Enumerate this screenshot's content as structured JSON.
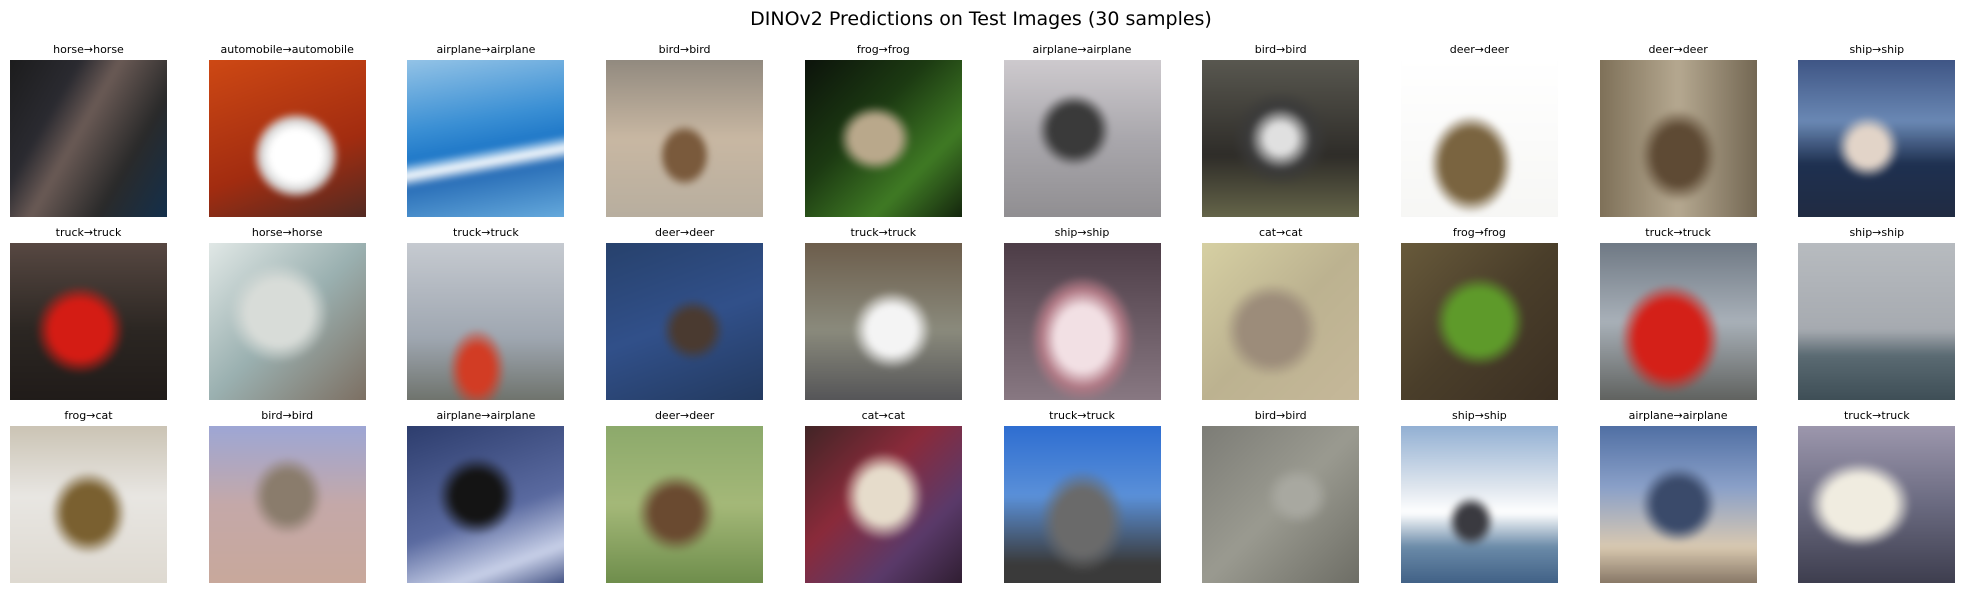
{
  "figure": {
    "title": "DINOv2 Predictions on Test Images (30 samples)"
  },
  "samples": [
    {
      "label": "horse→horse",
      "bg": "linear-gradient(120deg,#1a1a1a 0%,#2a2a30 30%,#6a5a55 45%,#2a2a2a 70%,#103050 100%)",
      "icon": "horse-image"
    },
    {
      "label": "automobile→automobile",
      "bg": "radial-gradient(circle at 55% 60%,#ffffff 0 18%,#d8d8d8 25%,transparent 32%),linear-gradient(160deg,#d04a14,#a22c10 60%,#4a2a24)",
      "icon": "car-image"
    },
    {
      "label": "airplane→airplane",
      "bg": "linear-gradient(170deg,#9cc8e8 0%,#3a8fd4 40%,#1f78c8 55%,#ffffff 62%,#2a6fb8 68%,#6cb0e0 100%)",
      "icon": "airplane-image"
    },
    {
      "label": "bird→bird",
      "bg": "radial-gradient(ellipse at 50% 60%,#7a5a3c 0 15%,transparent 22%),linear-gradient(180deg,#8d867c,#c8b7a2 50%,#b6ad9e)",
      "icon": "bird-image"
    },
    {
      "label": "frog→frog",
      "bg": "radial-gradient(ellipse at 45% 50%,#b9a88b 0 18%,transparent 28%),linear-gradient(135deg,#0a0f0a,#1c3a12 40%,#3f7a24 70%,#0e1a0a)",
      "icon": "frog-image"
    },
    {
      "label": "airplane→airplane",
      "bg": "radial-gradient(ellipse at 45% 45%,#3a3a3a 0 18%,transparent 28%),linear-gradient(180deg,#d0ccd0,#a9a7ac 50%,#8e8c8f)",
      "icon": "airplane-image"
    },
    {
      "label": "bird→bird",
      "bg": "radial-gradient(circle at 50% 50%,#e0e0e0 0 12%,#3a3a3a 26%,transparent 40%),linear-gradient(180deg,#5b5a52,#2e2c28 60%,#6a6a4c)",
      "icon": "bird-image"
    },
    {
      "label": "deer→deer",
      "bg": "radial-gradient(ellipse at 45% 65%,#7a6440 0 22%,transparent 32%),linear-gradient(180deg,#ffffff,#f6f6f4)",
      "icon": "deer-image"
    },
    {
      "label": "deer→deer",
      "bg": "radial-gradient(ellipse at 50% 60%,#5e4a34 0 20%,transparent 32%),linear-gradient(90deg,#7a6c54,#b5a890 50%,#6e624e)",
      "icon": "deer-image"
    },
    {
      "label": "ship→ship",
      "bg": "radial-gradient(ellipse at 45% 55%,#e2d4c8 0 14%,transparent 24%),linear-gradient(180deg,#3a5080 0%,#6a88b4 40%,#1e3050 65%,#202a40 100%)",
      "icon": "ship-image"
    },
    {
      "label": "truck→truck",
      "bg": "radial-gradient(ellipse at 45% 55%,#d41c14 0 22%,transparent 34%),linear-gradient(180deg,#5a4a44,#2b2622 55%,#1f1a18)",
      "icon": "truck-image"
    },
    {
      "label": "horse→horse",
      "bg": "radial-gradient(ellipse at 45% 45%,#d8dcd8 0 24%,transparent 38%),linear-gradient(135deg,#e6ecea,#9ab0b0 50%,#7a6a5c)",
      "icon": "horse-image"
    },
    {
      "label": "truck→truck",
      "bg": "radial-gradient(ellipse at 45% 78%,#d23c24 0 12%,transparent 22%),linear-gradient(180deg,#c8ccd2,#9ea6b0 60%,#6a6e66)",
      "icon": "truck-image"
    },
    {
      "label": "deer→deer",
      "bg": "radial-gradient(ellipse at 55% 55%,#4a3a30 0 14%,transparent 24%),linear-gradient(160deg,#26406a,#31508a 50%,#22385c)",
      "icon": "deer-image"
    },
    {
      "label": "truck→truck",
      "bg": "radial-gradient(ellipse at 55% 55%,#f4f4f4 0 18%,transparent 30%),linear-gradient(180deg,#6a5a48,#8a8a7c 55%,#505054)",
      "icon": "truck-image"
    },
    {
      "label": "ship→ship",
      "bg": "radial-gradient(ellipse at 50% 60%,#f2e0e4 0 22%,#b07884 34%,transparent 44%),linear-gradient(180deg,#4a3a44,#8a7a84)",
      "icon": "ship-image"
    },
    {
      "label": "cat→cat",
      "bg": "radial-gradient(ellipse at 45% 55%,#9c8c7a 0 24%,transparent 36%),linear-gradient(135deg,#d8d2a4,#bcb290 50%,#c6b89a)",
      "icon": "cat-image"
    },
    {
      "label": "frog→frog",
      "bg": "radial-gradient(ellipse at 50% 50%,#5e9a2a 0 26%,transparent 38%),linear-gradient(135deg,#6a5c3c,#4a3e2a 50%,#3a2e22)",
      "icon": "frog-image"
    },
    {
      "label": "truck→truck",
      "bg": "radial-gradient(ellipse at 45% 60%,#d42018 0 26%,transparent 38%),linear-gradient(180deg,#6a7480,#a8b0b8 50%,#5a5c58)",
      "icon": "truck-image"
    },
    {
      "label": "ship→ship",
      "bg": "linear-gradient(180deg,#b8bcc0 0%,#a6aab0 55%,#5a6a72 70%,#3a4a52 100%)",
      "icon": "ship-image"
    },
    {
      "label": "frog→cat",
      "bg": "radial-gradient(ellipse at 50% 55%,#7a6030 0 20%,transparent 32%),linear-gradient(180deg,#c8c0b0,#e8e6e2 45%,#ddd8cf)",
      "icon": "cat-image"
    },
    {
      "label": "bird→bird",
      "bg": "radial-gradient(ellipse at 50% 45%,#8a7c6c 0 18%,transparent 30%),linear-gradient(180deg,#9aa6d8,#c4a8a8 50%,#c8a89a)",
      "icon": "bird-image"
    },
    {
      "label": "airplane→airplane",
      "bg": "radial-gradient(ellipse at 45% 45%,#141414 0 18%,transparent 30%),linear-gradient(160deg,#2a3a6a,#5a6aa0 55%,#c8d0e8 80%,#2a3a70)",
      "icon": "airplane-image"
    },
    {
      "label": "deer→deer",
      "bg": "radial-gradient(ellipse at 45% 55%,#6a4a30 0 18%,transparent 30%),linear-gradient(180deg,#8aa86a,#a4b878 50%,#6a8a48)",
      "icon": "deer-image"
    },
    {
      "label": "cat→cat",
      "bg": "radial-gradient(ellipse at 50% 45%,#e6dccb 0 20%,transparent 34%),linear-gradient(135deg,#3a2424,#8a2a3a 40%,#5a3a6a 70%,#2a1a2a)",
      "icon": "cat-image"
    },
    {
      "label": "truck→truck",
      "bg": "radial-gradient(ellipse at 50% 60%,#6a6a6a 0 22%,transparent 36%),linear-gradient(180deg,#2a6ad0,#5a90d8 45%,#3a3a3a 85%)",
      "icon": "truck-image"
    },
    {
      "label": "bird→bird",
      "bg": "radial-gradient(ellipse at 60% 45%,#a8a8a0 0 12%,transparent 22%),linear-gradient(135deg,#7a7a74,#9a9a90 50%,#6a6a62)",
      "icon": "bird-image"
    },
    {
      "label": "ship→ship",
      "bg": "radial-gradient(ellipse at 45% 60%,#3a3a40 0 10%,transparent 18%),linear-gradient(180deg,#8aaad0 0%,#dfe6ee 40%,#ffffff 55%,#6a8aa8 75%,#3a5a80 100%)",
      "icon": "ship-image"
    },
    {
      "label": "airplane→airplane",
      "bg": "radial-gradient(ellipse at 50% 50%,#3a4a6a 0 20%,transparent 32%),linear-gradient(180deg,#4a6aa0,#8aa0c8 40%,#d8c8b0 75%,#7a6a5a)",
      "icon": "airplane-image"
    },
    {
      "label": "truck→truck",
      "bg": "radial-gradient(ellipse at 40% 50%,#f0ece0 0 24%,transparent 36%),linear-gradient(180deg,#a09ab0,#6a6a80 50%,#3a3a4a)",
      "icon": "truck-image"
    }
  ]
}
